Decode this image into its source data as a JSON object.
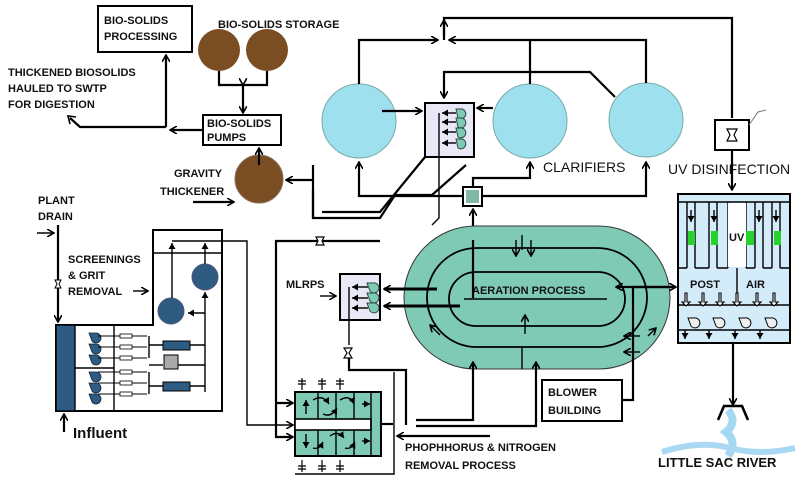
{
  "title": "Wastewater Treatment Process Flow Diagram",
  "colors": {
    "biosolids": "#7a4e22",
    "clarifier": "#9fe0ee",
    "aeration": "#7fcab4",
    "pump_box": "#e8e8f6",
    "screening": "#2e5b82",
    "uv_box": "#d4ecfa",
    "uv_lamp": "#27d12e",
    "river": "#a8d8f2"
  },
  "labels": {
    "biosolids_processing": [
      "BIO-SOLIDS",
      "PROCESSING"
    ],
    "biosolids_storage": "BIO-SOLIDS STORAGE",
    "thickened_biosolids": [
      "THICKENED BIOSOLIDS",
      "HAULED TO SWTP",
      "FOR DIGESTION"
    ],
    "biosolids_pumps": [
      "BIO-SOLIDS",
      "PUMPS"
    ],
    "gravity_thickener": [
      "GRAVITY",
      "THICKENER"
    ],
    "plant_drain": [
      "PLANT",
      "DRAIN"
    ],
    "screenings": [
      "SCREENINGS",
      "& GRIT",
      "REMOVAL"
    ],
    "influent": "Influent",
    "clarifiers": "CLARIFIERS",
    "uv_disinfection": "UV DISINFECTION",
    "mlrps": "MLRPS",
    "aeration_process": "AERATION PROCESS",
    "uv": "UV",
    "post": "POST",
    "air": "AIR",
    "blower_building": [
      "BLOWER",
      "BUILDING"
    ],
    "pn_removal": [
      "PHOPHHORUS &  NITROGEN",
      "REMOVAL  PROCESS"
    ],
    "river": "LITTLE SAC RIVER"
  }
}
